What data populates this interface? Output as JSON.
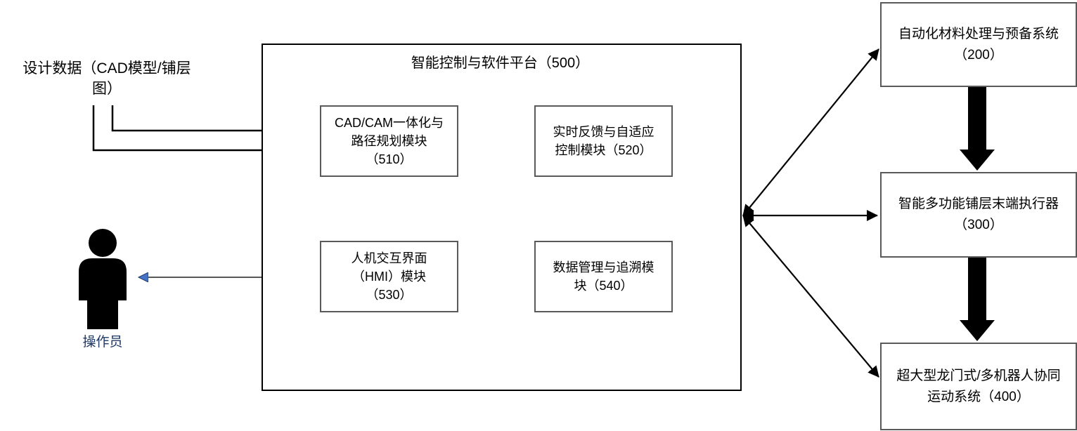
{
  "design_data": {
    "label": "设计数据（CAD模型/铺层\n图）"
  },
  "operator": {
    "label": "操作员",
    "icon": "person-icon"
  },
  "platform": {
    "title": "智能控制与软件平台（500）",
    "modules": [
      {
        "id": "510",
        "label": "CAD/CAM一体化与\n路径规划模块\n（510）"
      },
      {
        "id": "520",
        "label": "实时反馈与自适应\n控制模块（520）"
      },
      {
        "id": "530",
        "label": "人机交互界面\n（HMI）模块\n（530）"
      },
      {
        "id": "540",
        "label": "数据管理与追溯模\n块（540）"
      }
    ]
  },
  "systems": [
    {
      "id": "200",
      "label": "自动化材料处理与预备系统\n（200）"
    },
    {
      "id": "300",
      "label": "智能多功能铺层末端执行器\n（300）"
    },
    {
      "id": "400",
      "label": "超大型龙门式/多机器人协同\n运动系统（400）"
    }
  ],
  "icons": {
    "operator_figure": "person-icon",
    "design_input": "open-block-arrow-icon",
    "module_links": "thick-double-arrow-icon",
    "system_links": "thin-double-arrow-icon",
    "system_flow": "thick-down-arrow-icon"
  },
  "colors": {
    "box_border_gray": "#595959",
    "platform_border": "#000000",
    "arrow_black": "#000000",
    "operator_text_blue": "#1F3864",
    "operator_arrow_blue": "#4472C4"
  }
}
